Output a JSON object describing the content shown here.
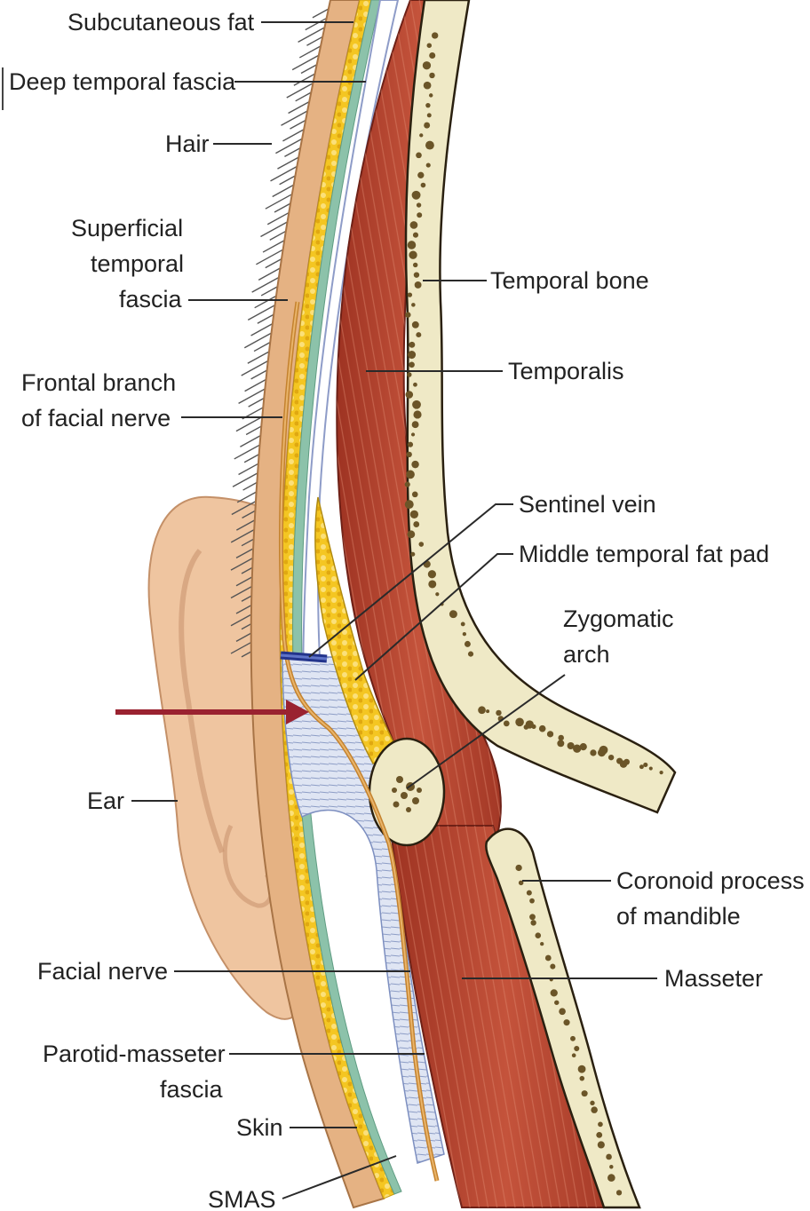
{
  "labels": {
    "subcutaneous_fat": "Subcutaneous fat",
    "deep_temporal_fascia": "Deep temporal fascia",
    "hair": "Hair",
    "superficial_temporal_fascia": [
      "Superficial",
      "temporal",
      "fascia"
    ],
    "frontal_branch": [
      "Frontal branch",
      "of facial nerve"
    ],
    "temporal_bone": "Temporal bone",
    "temporalis": "Temporalis",
    "sentinel_vein": "Sentinel vein",
    "middle_temporal_fat_pad": "Middle temporal fat pad",
    "zygomatic_arch": [
      "Zygomatic",
      "arch"
    ],
    "ear": "Ear",
    "coronoid_process": [
      "Coronoid process",
      "of mandible"
    ],
    "facial_nerve": "Facial nerve",
    "masseter": "Masseter",
    "parotid_masseter_fascia": [
      "Parotid-masseter",
      "fascia"
    ],
    "skin": "Skin",
    "smas": "SMAS"
  },
  "colors": {
    "skin": "#e7b98a",
    "skin_edge": "#b07a48",
    "fat": "#f2c21a",
    "fascia_green": "#7fb7a0",
    "fascia_blue": "#aab8d8",
    "muscle": "#b8402e",
    "muscle_light": "#d26a52",
    "bone": "#efe9c8",
    "bone_spot": "#6e5a2e",
    "vein": "#2a3f9a",
    "nerve": "#c98a3a",
    "arrow": "#9a2230",
    "hair": "#444444"
  }
}
